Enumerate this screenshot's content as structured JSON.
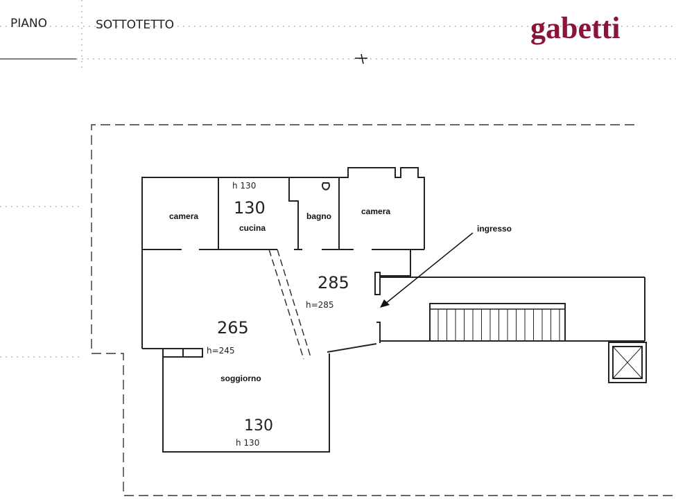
{
  "header": {
    "floor_label_1": "PIANO",
    "floor_label_2": "SOTTOTETTO",
    "logo_text": "gabetti",
    "logo_color": "#8b1538"
  },
  "rooms": {
    "camera_left": "camera",
    "cucina": "cucina",
    "bagno": "bagno",
    "camera_right": "camera",
    "soggiorno": "soggiorno",
    "ingresso": "ingresso"
  },
  "heights": {
    "cucina_h": "h 130",
    "cucina_value": "130",
    "corridor_value": "285",
    "corridor_h": "h=285",
    "living_value": "265",
    "living_h": "h=245",
    "living_low_value": "130",
    "living_low_h": "h 130"
  }
}
